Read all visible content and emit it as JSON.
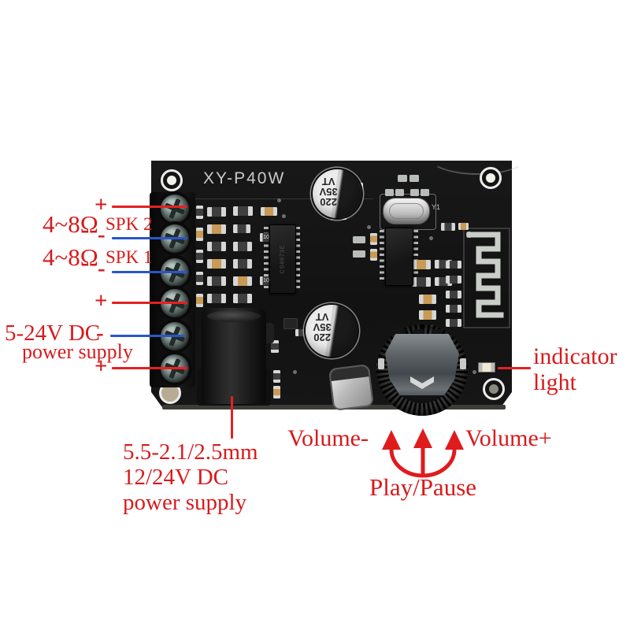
{
  "board": {
    "title": "XY-P40W",
    "capacitor_marking": [
      "220",
      "35V",
      "VT"
    ],
    "crystal_label": "Y1",
    "amp_chip_marking": "CS8673E",
    "resistor_marking": "100"
  },
  "annotations": {
    "terminal_signs": [
      "+",
      "-",
      "-",
      "+",
      "-",
      "+"
    ],
    "speaker2": {
      "impedance": "4~8Ω",
      "name": "SPK 2"
    },
    "speaker1": {
      "impedance": "4~8Ω",
      "name": "SPK 1"
    },
    "power_input": {
      "voltage": "5-24V DC",
      "label": "power supply"
    },
    "dc_jack": {
      "lines": [
        "5.5-2.1/2.5mm",
        "12/24V DC",
        "power supply"
      ]
    },
    "indicator": {
      "lines": [
        "indicator",
        "light"
      ]
    },
    "controls": {
      "volume_down": "Volume-",
      "volume_up": "Volume+",
      "play_pause": "Play/Pause"
    }
  },
  "colors": {
    "annotation_red": "#d81a1c",
    "wire_red": "#e42023",
    "wire_blue": "#2a57c6",
    "board_black": "#141414"
  }
}
